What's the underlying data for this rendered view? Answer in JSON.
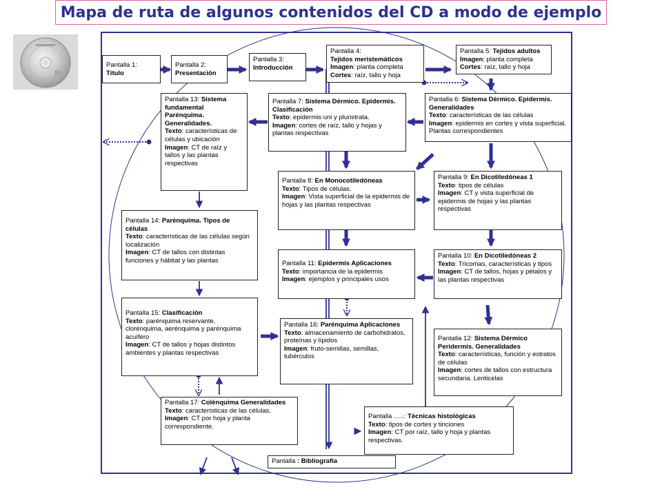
{
  "title": "Mapa de ruta de algunos contenidos del CD a modo de ejemplo",
  "colors": {
    "accent": "#2e3192",
    "title_border": "#e060a0",
    "cd_gray": "#dadada"
  },
  "screens": {
    "p1": {
      "lines": [
        {
          "plain": "Pantalla 1:",
          "bold": ""
        },
        {
          "plain": "",
          "bold": "Título"
        }
      ]
    },
    "p2": {
      "lines": [
        {
          "plain": "Pantalla 2:",
          "bold": ""
        },
        {
          "plain": "",
          "bold": "Presentación"
        }
      ]
    },
    "p3": {
      "lines": [
        {
          "plain": "Pantalla 3:",
          "bold": ""
        },
        {
          "plain": "",
          "bold": "Introducción"
        }
      ]
    },
    "p4": {
      "lines": [
        {
          "plain": "Pantalla 4:",
          "bold": ""
        },
        {
          "plain": "",
          "bold": "Tejidos meristemáticos"
        },
        {
          "plain": ": planta completa",
          "bold": "Imagen"
        },
        {
          "plain": ": raíz, tallo y hoja",
          "bold": "Cortes"
        }
      ]
    },
    "p5": {
      "lines": [
        {
          "plain": "Pantalla 5: ",
          "bold": "Tejidos adultos"
        },
        {
          "plain": ": planta completa",
          "bold": "Imagen"
        },
        {
          "plain": ": raíz, tallo y hoja",
          "bold": "Cortes"
        }
      ]
    },
    "p6": {
      "lines": [
        {
          "plain": "Pantalla 6: ",
          "bold": "Sistema Dérmico. Epidermis. Generalidades"
        },
        {
          "plain": ": características de las células",
          "bold": "Texto"
        },
        {
          "plain": ": epidermis en cortes y vista superficial. Plantas correspondientes",
          "bold": "Imagen"
        }
      ]
    },
    "p7": {
      "lines": [
        {
          "plain": "Pantalla 7: ",
          "bold": "Sistema Dérmico. Epidermis. Clasificación"
        },
        {
          "plain": ": epidermis uni y pluristrata.",
          "bold": "Texto"
        },
        {
          "plain": ": cortes de raíz, tallo y  hojas y plantas respectivas",
          "bold": "Imagen"
        }
      ]
    },
    "p8": {
      "lines": [
        {
          "plain": "Pantalla 8: ",
          "bold": "En Monocotiledóneas"
        },
        {
          "plain": ": Tipos de células.",
          "bold": "Texto"
        },
        {
          "plain": ": Vista superficial de la epidermis de hojas y las plantas respectivas",
          "bold": "Imagen"
        }
      ]
    },
    "p9": {
      "lines": [
        {
          "plain": "Pantalla 9: ",
          "bold": "En Dicotiledóneas 1"
        },
        {
          "plain": ": tipos de células",
          "bold": "Texto"
        },
        {
          "plain": ": CT y vista superficial de epidermis de hojas y las plantas respectivas",
          "bold": "Imagen"
        }
      ]
    },
    "p10": {
      "lines": [
        {
          "plain": "Pantalla 10: ",
          "bold": "En Dicotiledóneas 2"
        },
        {
          "plain": ": Tricomas, características y tipos",
          "bold": "Texto"
        },
        {
          "plain": ": CT de tallos, hojas y pétalos y las plantas respectivas",
          "bold": "Imagen"
        }
      ]
    },
    "p11": {
      "lines": [
        {
          "plain": "Pantalla 11: ",
          "bold": "Epidermis Aplicaciones"
        },
        {
          "plain": ": importancia de la epidermis",
          "bold": "Texto"
        },
        {
          "plain": ": ejemplos y principales usos",
          "bold": "Imagen"
        }
      ]
    },
    "p12": {
      "lines": [
        {
          "plain": "Pantalla 12: ",
          "bold": "Sistema Dérmico Peridermis. Generalidades"
        },
        {
          "plain": ": características, función y estratos de células",
          "bold": "Texto"
        },
        {
          "plain": ": cortes de tallos con estructura secundaria. Lenticelas",
          "bold": "Imagen"
        }
      ]
    },
    "p13": {
      "lines": [
        {
          "plain": "Pantalla 13: ",
          "bold": "Sistema fundamental Parénquima. Generalidades."
        },
        {
          "plain": ": características de células y ubicación",
          "bold": "Texto"
        },
        {
          "plain": ": CT de raíz y tallos y las plantas respectivas",
          "bold": "Imagen"
        }
      ]
    },
    "p14": {
      "lines": [
        {
          "plain": "Pantalla 14: ",
          "bold": "Parénquima. Tipos de células"
        },
        {
          "plain": ": características de las células según localización",
          "bold": "Texto"
        },
        {
          "plain": ": CT de tallos con distintas funciones y hábitat y las plantas",
          "bold": "Imagen"
        }
      ]
    },
    "p15": {
      "lines": [
        {
          "plain": "Pantalla 15: ",
          "bold": "Clasificación"
        },
        {
          "plain": ": parénquima reservante, clorénquima, aerénquima y parénquima acuífero",
          "bold": "Texto"
        },
        {
          "plain": ": CT de tallos y hojas distintos ambientes y plantas respectivas",
          "bold": "Imagen"
        }
      ]
    },
    "p16": {
      "lines": [
        {
          "plain": "Pantalla 16: ",
          "bold": "Parénquima Aplicaciones"
        },
        {
          "plain": ": almacenamiento de carbohidratos, proteínas y lípidos",
          "bold": "Texto"
        },
        {
          "plain": ": fruto-semillas, semillas, tubérculos",
          "bold": "Imagen"
        }
      ]
    },
    "p17": {
      "lines": [
        {
          "plain": "Pantalla 17: ",
          "bold": "Colénquima Generalidades"
        },
        {
          "plain": ": características de las células.",
          "bold": "Texto"
        },
        {
          "plain": ": CT por hoja y planta correspondiente.",
          "bold": "Imagen"
        }
      ]
    },
    "ptec": {
      "lines": [
        {
          "plain": "Pantalla …..: ",
          "bold": "Técnicas histológicas"
        },
        {
          "plain": ": tipos de cortes y tinciones",
          "bold": "Texto"
        },
        {
          "plain": ": CT por raíz, tallo y hoja y plantas respectivas.",
          "bold": "Imagen"
        }
      ]
    },
    "pbib": {
      "lines": [
        {
          "plain": "Pantalla       ",
          "bold": ": Bibliografía"
        }
      ]
    }
  }
}
